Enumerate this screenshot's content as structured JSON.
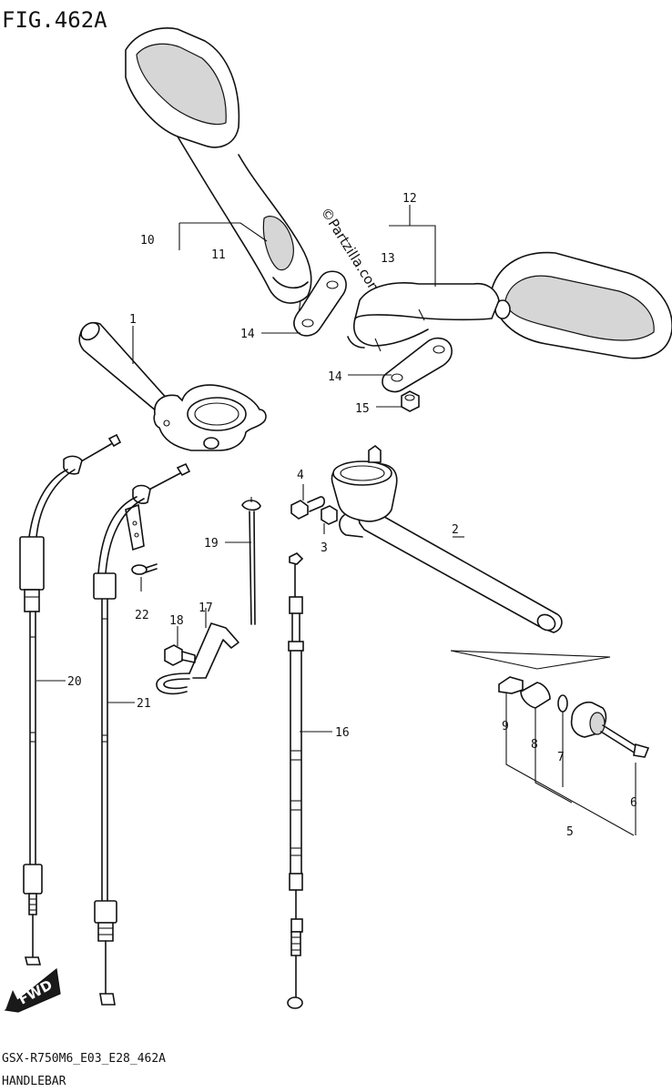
{
  "figure_title": "FIG.462A",
  "watermark": "©Partzilla.com",
  "direction_badge": "FWD",
  "footer": {
    "model_code": "GSX-R750M6_E03_E28_462A",
    "section_name": "HANDLEBAR"
  },
  "callouts": {
    "c1": "1",
    "c2": "2",
    "c3": "3",
    "c4": "4",
    "c5": "5",
    "c6": "6",
    "c7": "7",
    "c8": "8",
    "c9": "9",
    "c10": "10",
    "c11": "11",
    "c12": "12",
    "c13": "13",
    "c14a": "14",
    "c14b": "14",
    "c15": "15",
    "c16": "16",
    "c17": "17",
    "c18": "18",
    "c19": "19",
    "c20": "20",
    "c21": "21",
    "c22": "22"
  }
}
